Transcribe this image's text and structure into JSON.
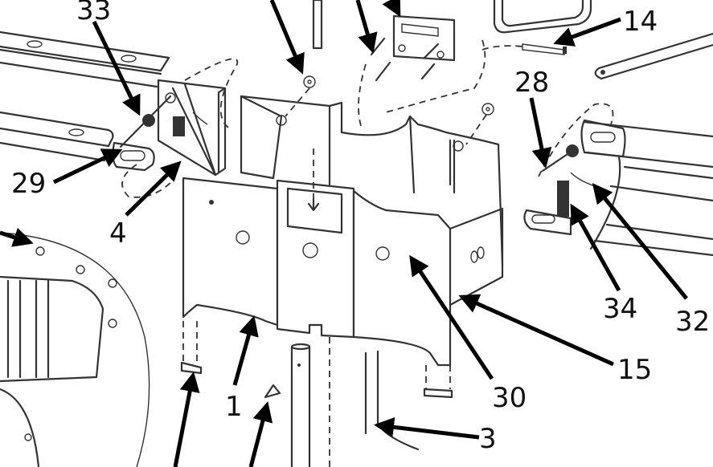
{
  "diagram": {
    "type": "exploded-assembly-view",
    "callouts": [
      {
        "id": "33",
        "label": "33"
      },
      {
        "id": "29",
        "label": "29"
      },
      {
        "id": "4",
        "label": "4"
      },
      {
        "id": "14",
        "label": "14"
      },
      {
        "id": "28",
        "label": "28"
      },
      {
        "id": "34",
        "label": "34"
      },
      {
        "id": "32",
        "label": "32"
      },
      {
        "id": "15",
        "label": "15"
      },
      {
        "id": "30",
        "label": "30"
      },
      {
        "id": "1",
        "label": "1"
      },
      {
        "id": "3",
        "label": "3"
      }
    ]
  }
}
